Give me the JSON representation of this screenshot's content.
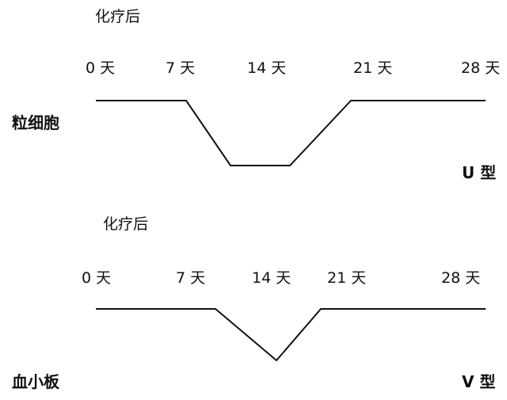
{
  "panels": [
    {
      "title": "化疗后",
      "cell_label": "粒细胞",
      "pattern_label": "U 型",
      "day_labels": [
        "0 天",
        "7 天",
        "14 天",
        "21 天",
        "28 天"
      ],
      "line_color": "#111111"
    },
    {
      "title": "化疗后",
      "cell_label": "血小板",
      "pattern_label": "V 型",
      "day_labels": [
        "0 天",
        "7 天",
        "14 天",
        "21 天",
        "28 天"
      ],
      "line_color": "#111111"
    }
  ],
  "chart_data": [
    {
      "type": "line",
      "title": "化疗后",
      "series": [
        {
          "name": "粒细胞",
          "pattern": "U 型",
          "x_days": [
            0,
            7,
            10,
            14,
            21,
            28
          ],
          "relative_level": [
            1,
            1,
            0,
            0,
            1,
            1
          ]
        }
      ],
      "categories": [
        "0 天",
        "7 天",
        "14 天",
        "21 天",
        "28 天"
      ]
    },
    {
      "type": "line",
      "title": "化疗后",
      "series": [
        {
          "name": "血小板",
          "pattern": "V 型",
          "x_days": [
            0,
            7,
            14,
            21,
            28
          ],
          "relative_level": [
            1,
            1,
            0,
            1,
            1
          ]
        }
      ],
      "categories": [
        "0 天",
        "7 天",
        "14 天",
        "21 天",
        "28 天"
      ]
    }
  ]
}
